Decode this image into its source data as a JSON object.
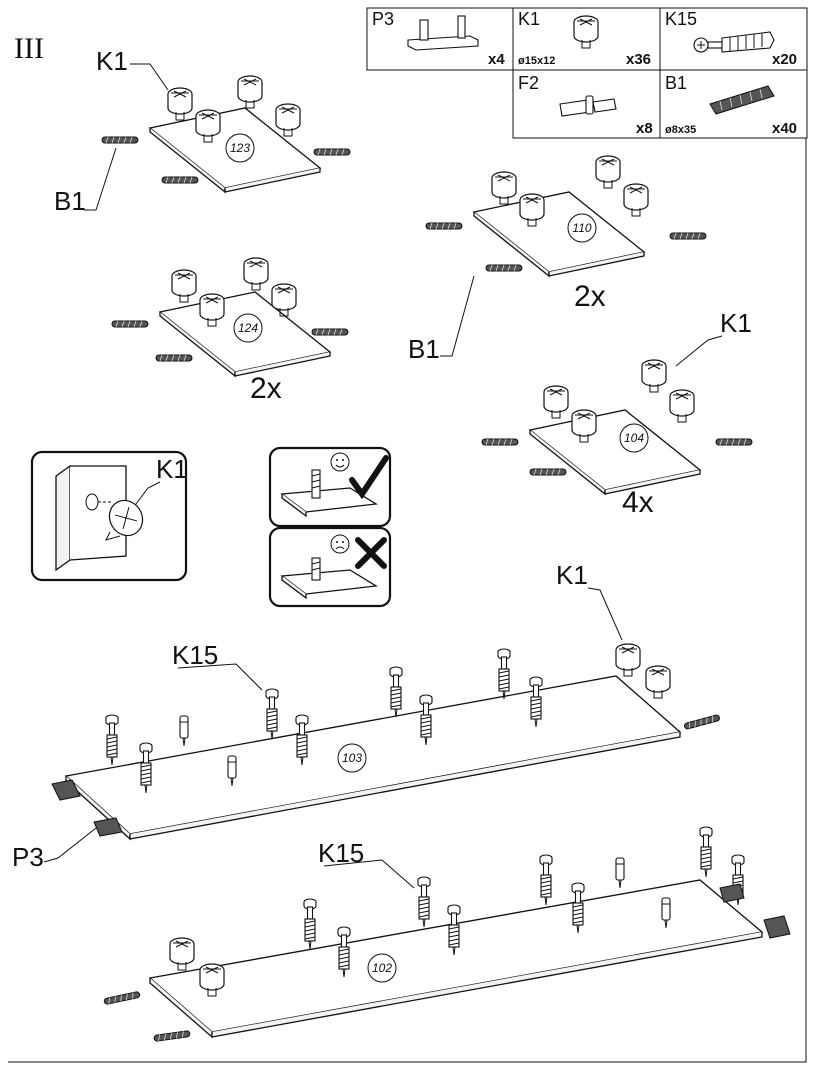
{
  "step_label": "III",
  "parts": [
    {
      "code": "P3",
      "qty": "x4",
      "dim": "",
      "icon": "cam-slide-icon"
    },
    {
      "code": "K1",
      "qty": "x36",
      "dim": "ø15x12",
      "icon": "cam-lock-icon"
    },
    {
      "code": "K15",
      "qty": "x20",
      "dim": "",
      "icon": "cam-bolt-icon"
    },
    {
      "code": "F2",
      "qty": "x8",
      "dim": "",
      "icon": "shelf-pin-icon"
    },
    {
      "code": "B1",
      "qty": "x40",
      "dim": "ø8x35",
      "icon": "wood-dowel-icon"
    }
  ],
  "panels": {
    "p123": "123",
    "p110": "110",
    "p124": "124",
    "p104": "104",
    "p103": "103",
    "p102": "102"
  },
  "multipliers": {
    "m110": "2x",
    "m124": "2x",
    "m104": "4x"
  },
  "callouts": {
    "k1_a": "K1",
    "b1_a": "B1",
    "b1_b": "B1",
    "k1_b": "K1",
    "k1_detail": "K1",
    "k1_c": "K1",
    "k15_a": "K15",
    "k15_b": "K15",
    "p3_a": "P3"
  },
  "colors": {
    "line": "#111111",
    "background": "#ffffff"
  }
}
